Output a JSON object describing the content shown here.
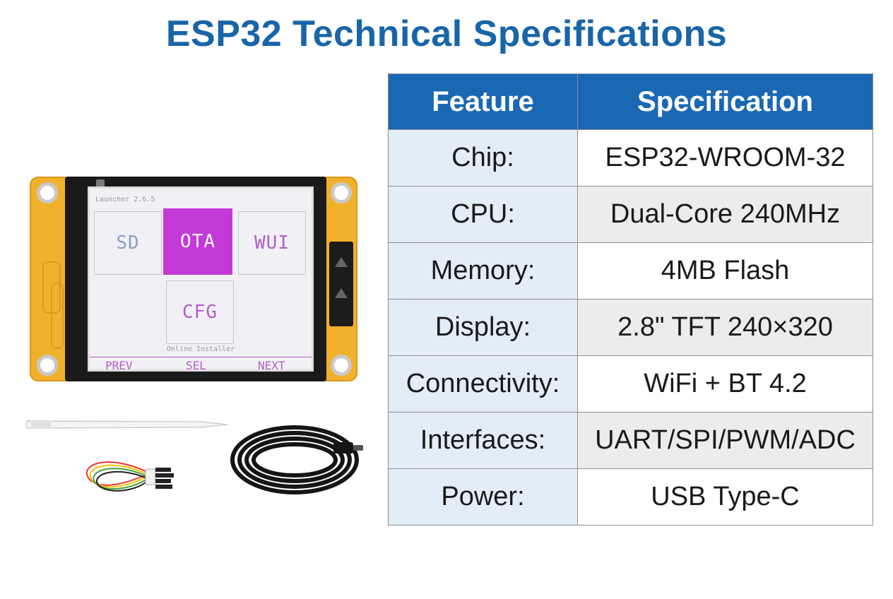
{
  "page": {
    "title": "ESP32 Technical Specifications",
    "colors": {
      "title": "#1865a8",
      "header": "#1a68b3",
      "lcd_accent": "#b25fc9",
      "lcd_active": "#c43ad8",
      "board": "#f2b12c"
    }
  },
  "device": {
    "lcd": {
      "version": "Launcher 2.6.5",
      "tiles": [
        {
          "label": "SD",
          "color": "#8e9fc7"
        },
        {
          "label": "OTA",
          "color": "#ffffff"
        },
        {
          "label": "WUI",
          "color": "#b25fc9"
        },
        {
          "label": "CFG",
          "color": "#b25fc9"
        }
      ],
      "footer": "Online Installer",
      "nav": [
        "PREV",
        "SEL",
        "NEXT"
      ]
    }
  },
  "table": {
    "headers": [
      "Feature",
      "Specification"
    ],
    "rows": [
      {
        "feature": "Chip:",
        "spec": "ESP32-WROOM-32"
      },
      {
        "feature": "CPU:",
        "spec": "Dual-Core 240MHz"
      },
      {
        "feature": "Memory:",
        "spec": "4MB Flash"
      },
      {
        "feature": "Display:",
        "spec": "2.8\" TFT 240×320"
      },
      {
        "feature": "Connectivity:",
        "spec": "WiFi + BT 4.2"
      },
      {
        "feature": "Interfaces:",
        "spec": "UART/SPI/PWM/ADC"
      },
      {
        "feature": "Power:",
        "spec": "USB Type-C"
      }
    ]
  }
}
